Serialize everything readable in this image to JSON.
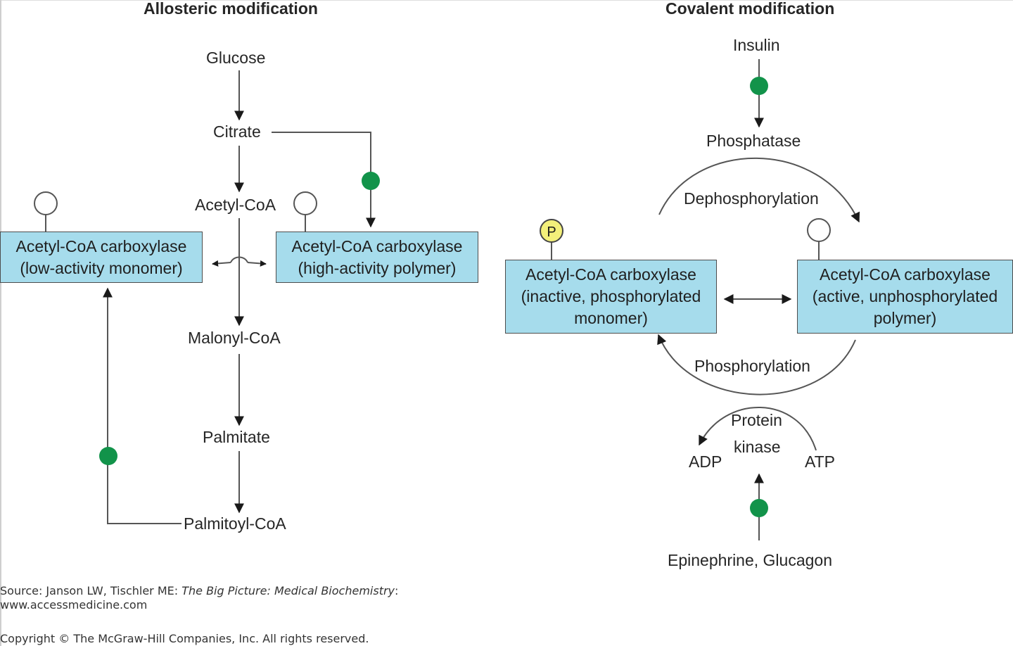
{
  "headings": {
    "left": "Allosteric modification",
    "right": "Covalent modification"
  },
  "allosteric": {
    "glucose": "Glucose",
    "citrate": "Citrate",
    "acetyl_coa": "Acetyl-CoA",
    "malonyl_coa": "Malonyl-CoA",
    "palmitate": "Palmitate",
    "palmitoyl_coa": "Palmitoyl-CoA",
    "box_low": {
      "line1": "Acetyl-CoA carboxylase",
      "line2": "(low-activity monomer)"
    },
    "box_high": {
      "line1": "Acetyl-CoA carboxylase",
      "line2": "(high-activity polymer)"
    }
  },
  "covalent": {
    "insulin": "Insulin",
    "phosphatase": "Phosphatase",
    "dephosphorylation": "Dephosphorylation",
    "phosphorylation": "Phosphorylation",
    "protein": "Protein",
    "kinase": "kinase",
    "adp": "ADP",
    "atp": "ATP",
    "epinephrine_glucagon": "Epinephrine, Glucagon",
    "phosphate_label": "P",
    "box_inactive": {
      "line1": "Acetyl-CoA carboxylase",
      "line2": "(inactive, phosphorylated",
      "line3": "monomer)"
    },
    "box_active": {
      "line1": "Acetyl-CoA carboxylase",
      "line2": "(active, unphosphorylated",
      "line3": "polymer)"
    }
  },
  "footer": {
    "source_prefix": "Source: Janson LW, Tischler ME: ",
    "source_title": "The Big Picture: Medical Biochemistry",
    "source_suffix": ":",
    "url": "www.accessmedicine.com",
    "copyright": "Copyright © The McGraw-Hill Companies, Inc. All rights reserved."
  },
  "colors": {
    "box_fill": "#a6dcec",
    "activator_green": "#12934a",
    "phosphate_yellow": "#f3f07a",
    "line": "#555555"
  }
}
